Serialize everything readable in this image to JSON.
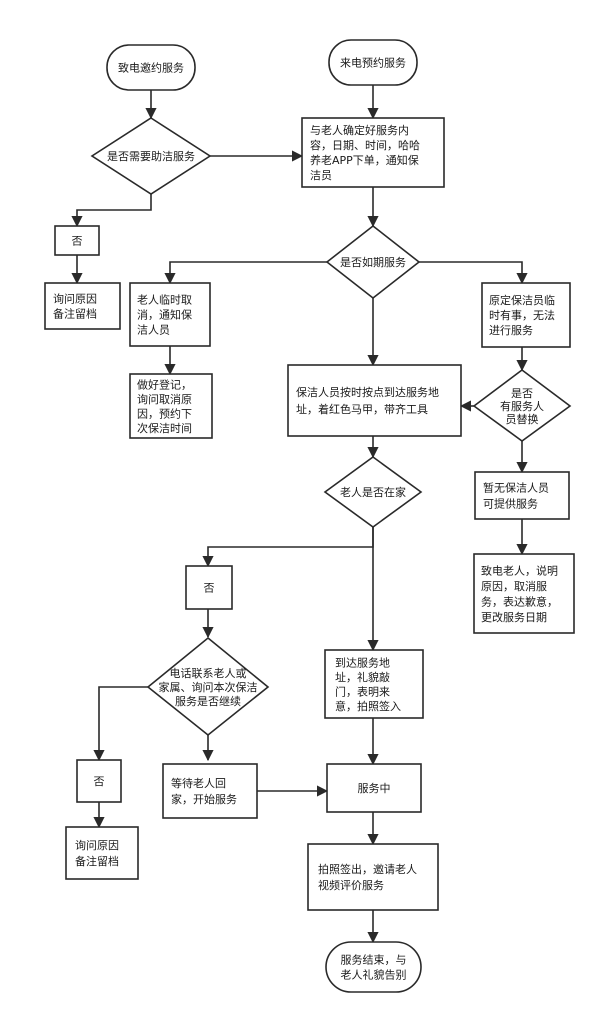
{
  "nodes": {
    "invite_service": [
      "致电邀约服务"
    ],
    "call_booking": [
      "来电预约服务"
    ],
    "need_cleaning": [
      "是否需要助洁服务"
    ],
    "confirm_content": [
      "与老人确定好服务内",
      "容，日期、时间，哈哈",
      "养老APP下单，通知保",
      "洁员"
    ],
    "no_1": [
      "否"
    ],
    "ask_reason_1": [
      "询问原因",
      "备注留档"
    ],
    "on_schedule": [
      "是否如期服务"
    ],
    "elder_cancel": [
      "老人临时取",
      "消，通知保",
      "洁人员"
    ],
    "cleaner_busy": [
      "原定保洁员临",
      "时有事，无法",
      "进行服务"
    ],
    "register_cancel": [
      "做好登记，",
      "询问取消原",
      "因，预约下",
      "次保洁时间"
    ],
    "arrive_on_time": [
      "保洁人员按时按点到达服务地",
      "址，着红色马甲，带齐工具"
    ],
    "replacement": [
      "是否",
      "有服务人",
      "员替换"
    ],
    "no_staff": [
      "暂无保洁人员",
      "可提供服务"
    ],
    "elder_home": [
      "老人是否在家"
    ],
    "call_elder": [
      "致电老人，说明",
      "原因，取消服",
      "务，表达歉意，",
      "更改服务日期"
    ],
    "no_2": [
      "否"
    ],
    "contact_family": [
      "电话联系老人或",
      "家属、询问本次保洁",
      "服务是否继续"
    ],
    "arrive_knock": [
      "到达服务地",
      "址，礼貌敲",
      "门，表明来",
      "意，拍照签入"
    ],
    "no_3": [
      "否"
    ],
    "wait_elder": [
      "等待老人回",
      "家，开始服务"
    ],
    "in_service": [
      "服务中"
    ],
    "ask_reason_2": [
      "询问原因",
      "备注留档"
    ],
    "photo_signout": [
      "拍照签出，邀请老人",
      "视频评价服务"
    ],
    "service_end": [
      "服务结束，与",
      "老人礼貌告别"
    ]
  }
}
